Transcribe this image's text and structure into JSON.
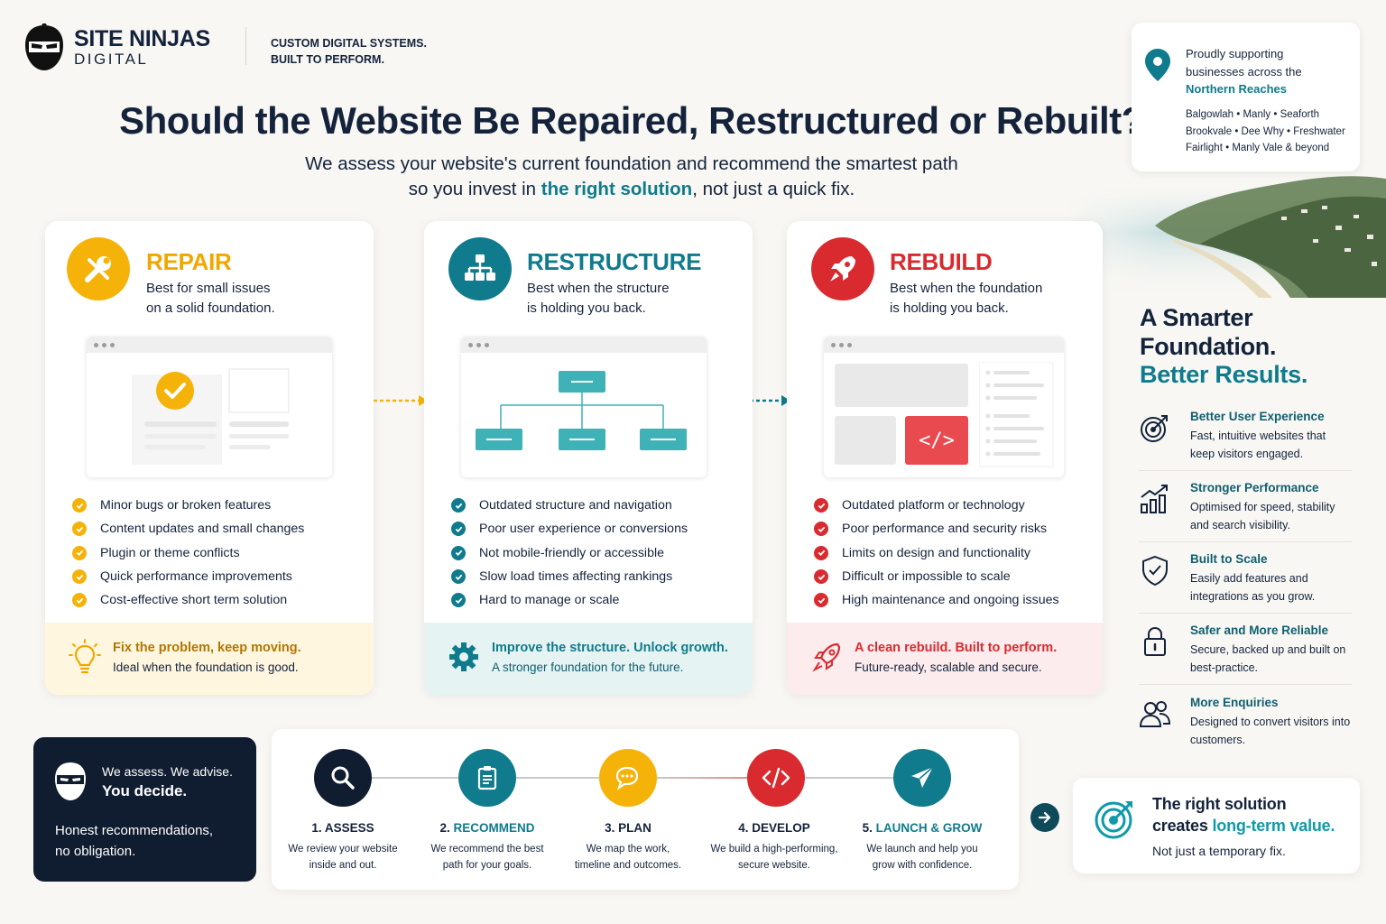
{
  "brand": {
    "name": "SITE NINJAS",
    "sub": "DIGITAL",
    "tagline_1": "CUSTOM DIGITAL SYSTEMS.",
    "tagline_2": "BUILT TO PERFORM."
  },
  "support": {
    "line_1": "Proudly supporting",
    "line_2": "businesses across the",
    "region": "Northern Reaches",
    "places_1": "Balgowlah • Manly • Seaforth",
    "places_2": "Brookvale • Dee Why • Freshwater",
    "places_3": "Fairlight • Manly Vale & beyond"
  },
  "hero": {
    "title": "Should the Website Be Repaired, Restructured or Rebuilt?",
    "sub_1": "We assess your website's current foundation and recommend the smartest path",
    "sub_2a": "so you invest in ",
    "sub_2_hl": "the right solution",
    "sub_2b": ", not just a quick fix."
  },
  "colors": {
    "repair": "#f5b30a",
    "restructure": "#0f7b8c",
    "rebuild": "#d92b2f",
    "navy": "#14233b"
  },
  "cards": [
    {
      "title": "REPAIR",
      "desc_1": "Best for small issues",
      "desc_2": "on a solid foundation.",
      "icon": "wrench-icon",
      "items": [
        "Minor bugs or broken features",
        "Content updates and small changes",
        "Plugin or theme conflicts",
        "Quick performance improvements",
        "Cost-effective short term solution"
      ],
      "foot_title": "Fix the problem, keep moving.",
      "foot_text": "Ideal when the foundation is good."
    },
    {
      "title": "RESTRUCTURE",
      "desc_1": "Best when the structure",
      "desc_2": "is holding you back.",
      "icon": "sitemap-icon",
      "items": [
        "Outdated structure and navigation",
        "Poor user experience or conversions",
        "Not mobile-friendly or accessible",
        "Slow load times affecting rankings",
        "Hard to manage or scale"
      ],
      "foot_title": "Improve the structure. Unlock growth.",
      "foot_text": "A stronger foundation for the future."
    },
    {
      "title": "REBUILD",
      "desc_1": "Best when the foundation",
      "desc_2": "is holding you back.",
      "icon": "rocket-icon",
      "items": [
        "Outdated platform or technology",
        "Poor performance and security risks",
        "Limits on design and functionality",
        "Difficult or impossible to scale",
        "High maintenance and ongoing issues"
      ],
      "foot_title": "A clean rebuild. Built to perform.",
      "foot_text": "Future-ready, scalable and secure."
    }
  ],
  "mock": {
    "code": "</>"
  },
  "smarter": {
    "line_1": "A Smarter",
    "line_2": "Foundation.",
    "line_3": "Better Results."
  },
  "benefits": [
    {
      "title": "Better User Experience",
      "text": "Fast, intuitive websites that keep visitors engaged.",
      "icon": "target-icon"
    },
    {
      "title": "Stronger Performance",
      "text": "Optimised for speed, stability and search visibility.",
      "icon": "growth-chart-icon"
    },
    {
      "title": "Built to Scale",
      "text": "Easily add features and integrations as you grow.",
      "icon": "shield-check-icon"
    },
    {
      "title": "Safer and More Reliable",
      "text": "Secure, backed up and built on best-practice.",
      "icon": "lock-icon"
    },
    {
      "title": "More Enquiries",
      "text": "Designed to convert visitors into customers.",
      "icon": "users-icon"
    }
  ],
  "assess": {
    "l1": "We assess. We advise.",
    "l2": "You decide.",
    "l3a": "Honest recommendations,",
    "l3b": "no obligation."
  },
  "steps": [
    {
      "num": "1.",
      "title": "ASSESS",
      "text_1": "We review your website",
      "text_2": "inside and out.",
      "icon": "magnifier-icon"
    },
    {
      "num": "2.",
      "title": "RECOMMEND",
      "text_1": "We recommend the best",
      "text_2": "path for your goals.",
      "icon": "clipboard-icon"
    },
    {
      "num": "3.",
      "title": "PLAN",
      "text_1": "We map the work,",
      "text_2": "timeline and outcomes.",
      "icon": "chat-icon"
    },
    {
      "num": "4.",
      "title": "DEVELOP",
      "text_1": "We build a high-performing,",
      "text_2": "secure website.",
      "icon": "code-icon"
    },
    {
      "num": "5.",
      "title": "LAUNCH & GROW",
      "text_1": "We launch and help you",
      "text_2": "grow with confidence.",
      "icon": "paper-plane-icon"
    }
  ],
  "value": {
    "l1": "The right solution",
    "l2a": "creates ",
    "l2b": "long-term value.",
    "l3": "Not just a temporary fix."
  }
}
